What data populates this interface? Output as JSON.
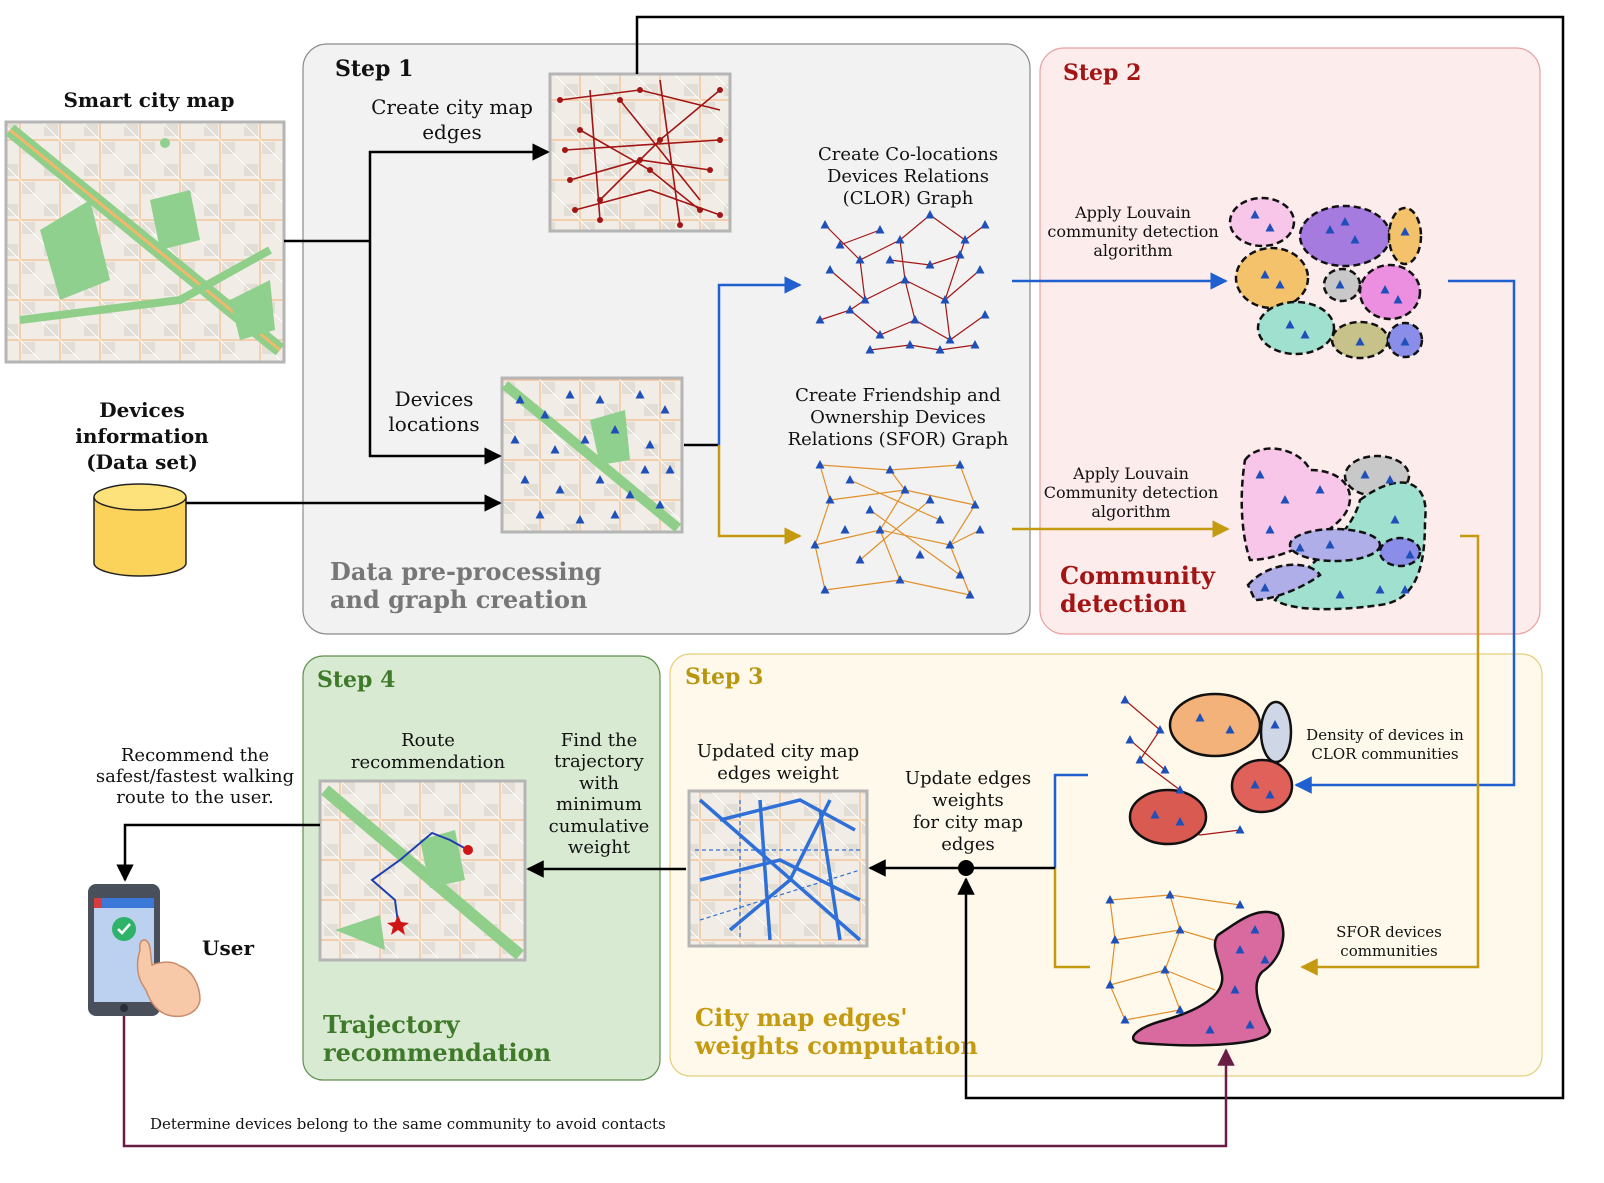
{
  "inputs": {
    "map_title": "Smart city map",
    "devices_title": [
      "Devices",
      "information",
      "(Data set)"
    ]
  },
  "step1": {
    "title": "Step 1",
    "create_edges": [
      "Create city map",
      "edges"
    ],
    "devices_locations": [
      "Devices",
      "locations"
    ],
    "clor_graph": [
      "Create Co-locations",
      "Devices Relations",
      "(CLOR) Graph"
    ],
    "sfor_graph": [
      "Create Friendship and",
      "Ownership Devices",
      "Relations (SFOR) Graph"
    ],
    "caption": [
      "Data pre-processing",
      "and graph creation"
    ]
  },
  "step2": {
    "title": "Step 2",
    "louvain_clor": [
      "Apply Louvain",
      "community detection",
      "algorithm"
    ],
    "louvain_sfor": [
      "Apply Louvain",
      "Community detection",
      "algorithm"
    ],
    "caption": [
      "Community",
      "detection"
    ]
  },
  "step3": {
    "title": "Step 3",
    "updated_weights": [
      "Updated city map",
      "edges weight"
    ],
    "update_edges": [
      "Update edges",
      "weights",
      "for city map",
      "edges"
    ],
    "clor_density": [
      "Density of devices in",
      "CLOR communities"
    ],
    "sfor_communities": [
      "SFOR devices",
      "communities"
    ],
    "caption": [
      "City map edges'",
      "weights computation"
    ]
  },
  "step4": {
    "title": "Step 4",
    "route_rec": [
      "Route",
      "recommendation"
    ],
    "find_trajectory": [
      "Find the",
      "trajectory",
      "with",
      "minimum",
      "cumulative",
      "weight"
    ],
    "caption": [
      "Trajectory",
      "recommendation"
    ]
  },
  "user": {
    "recommend": [
      "Recommend the",
      "safest/fastest walking",
      "route to the user."
    ],
    "label": "User"
  },
  "feedback": "Determine devices belong to the same community to avoid contacts",
  "icons": [
    "map-thumbnail-icon",
    "database-cylinder-icon",
    "smartphone-icon",
    "hand-pointer-icon",
    "check-icon",
    "star-marker-icon"
  ],
  "colors": {
    "step1_bg": "#f2f2f2",
    "step1_border": "#8a8a8a",
    "step2_bg": "#fdecec",
    "step2_border": "#e8a0a0",
    "step2_title": "#a31515",
    "step3_bg": "#fff9ec",
    "step3_border": "#e3cf7a",
    "step3_title": "#b8960f",
    "step4_bg": "#d8ead2",
    "step4_border": "#5f8f50",
    "step4_title": "#3f7a2a",
    "clor_arrow": "#1f5fd0",
    "sfor_arrow": "#c49a10",
    "feedback_line": "#6b1e45",
    "device_marker": "#1f4fb8",
    "city_edge": "#a31515",
    "sfor_edge": "#e0902a"
  }
}
